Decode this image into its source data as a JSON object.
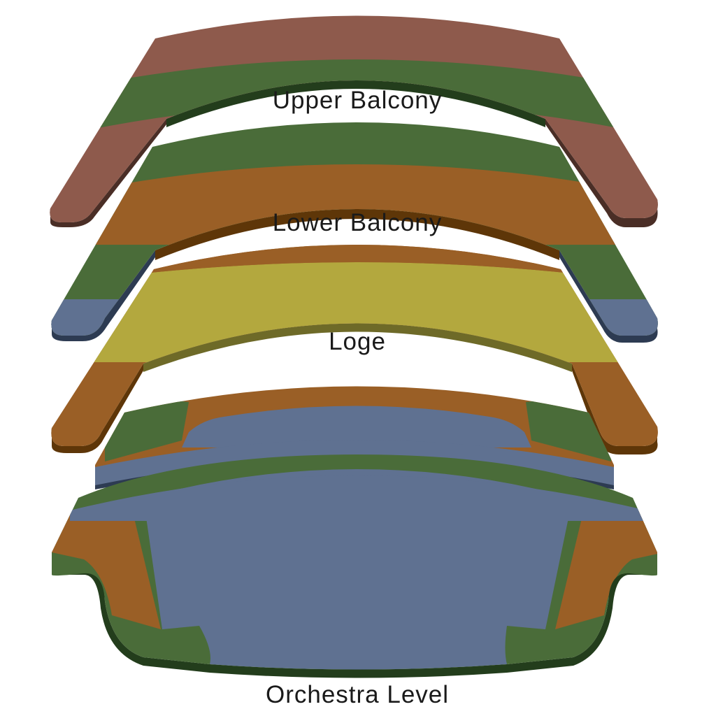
{
  "colors": {
    "brown_red": "#8e5a4c",
    "green": "#4a6c39",
    "orange": "#9a5f26",
    "olive": "#b3a83e",
    "slate": "#5f7191"
  },
  "levels": {
    "upper_balcony": {
      "label": "Upper Balcony"
    },
    "lower_balcony": {
      "label": "Lower Balcony"
    },
    "loge": {
      "label": "Loge"
    },
    "orchestra": {
      "label": "Orchestra Level"
    }
  }
}
